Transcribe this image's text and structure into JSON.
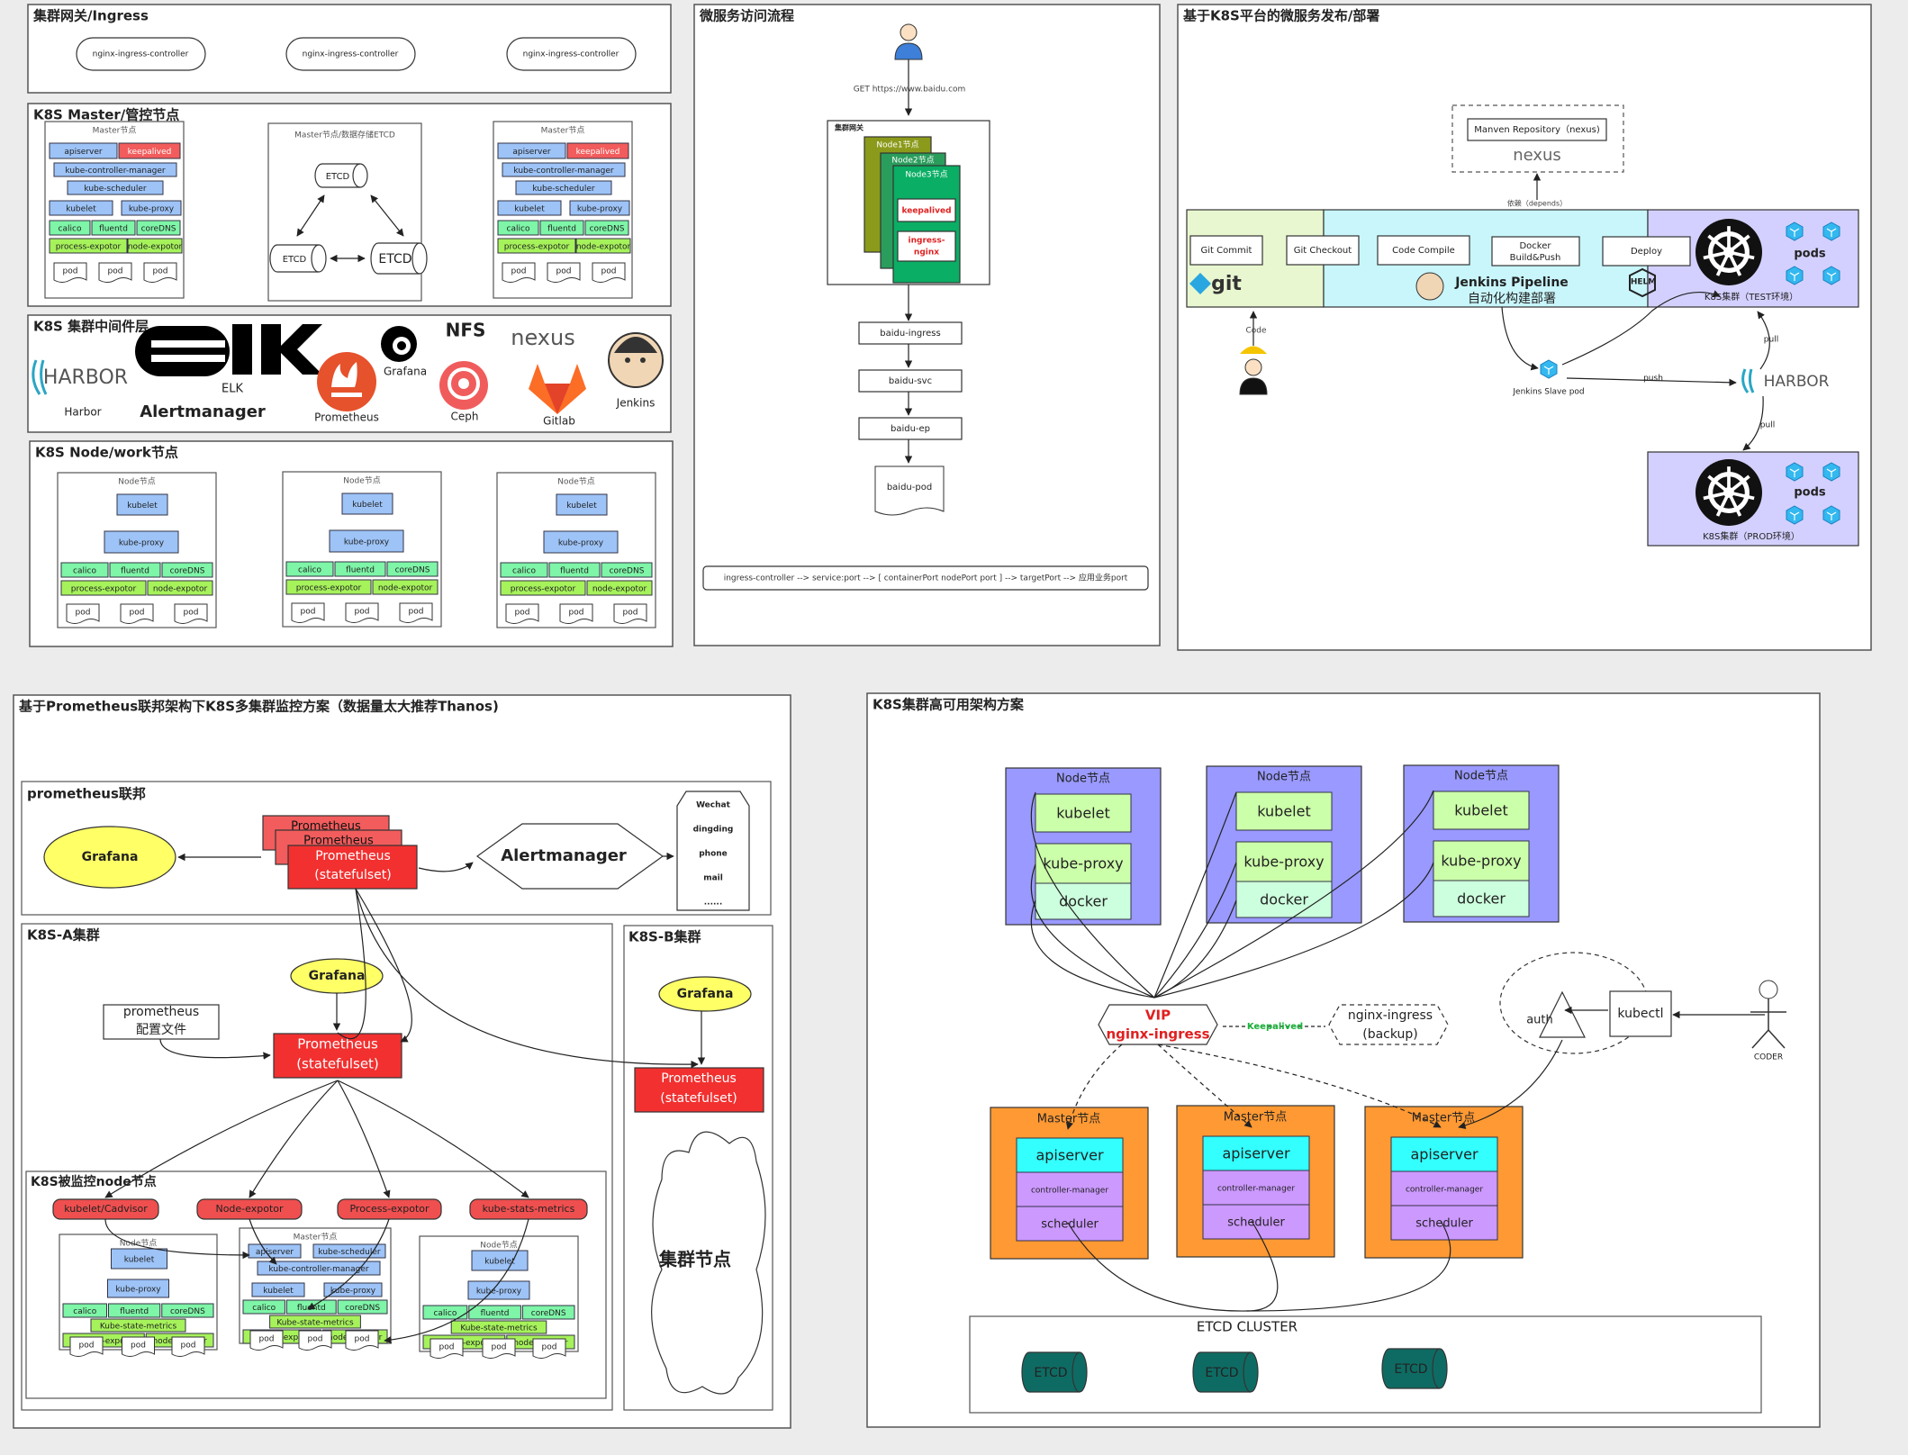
{
  "panels": {
    "ingress": {
      "title": "集群网关/Ingress",
      "controllers": [
        "nginx-ingress-controller",
        "nginx-ingress-controller",
        "nginx-ingress-controller"
      ]
    },
    "master": {
      "title": "K8S Master/管控节点",
      "master_label": "Master节点",
      "etcd_label": "Master节点/数据存储ETCD",
      "components": {
        "apiserver": "apiserver",
        "keepalived": "keepalived",
        "kcm": "kube-controller-manager",
        "scheduler": "kube-scheduler",
        "kubelet": "kubelet",
        "kube_proxy": "kube-proxy",
        "calico": "calico",
        "fluentd": "fluentd",
        "coredns": "coreDNS",
        "process_expotor": "process-expotor",
        "node_expotor": "node-expotor",
        "pod": "pod"
      },
      "etcd": "ETCD"
    },
    "middleware": {
      "title": "K8S 集群中间件层",
      "harbor_logo": "HARBOR",
      "harbor": "Harbor",
      "elk": "ELK",
      "alertmanager": "Alertmanager",
      "prometheus": "Prometheus",
      "grafana": "Grafana",
      "nfs": "NFS",
      "ceph": "Ceph",
      "nexus_logo": "nexus",
      "gitlab": "Gitlab",
      "jenkins": "Jenkins"
    },
    "worker": {
      "title": "K8S Node/work节点",
      "node_label": "Node节点"
    },
    "access": {
      "title": "微服务访问流程",
      "request": "GET https://www.baidu.com",
      "gateway": "集群网关",
      "node1": "Node1节点",
      "node2": "Node2节点",
      "node3": "Node3节点",
      "keepalived": "keepalived",
      "ingress_nginx_1": "ingress-",
      "ingress_nginx_2": "nginx",
      "steps": [
        "baidu-ingress",
        "baidu-svc",
        "baidu-ep"
      ],
      "pod": "baidu-pod",
      "formula": "ingress-controller --> service:port --> [ containerPort nodePort port ] --> targetPort --> 应用业务port"
    },
    "deploy": {
      "title": "基于K8S平台的微服务发布/部署",
      "repo": "Manven Repository（nexus)",
      "nexus": "nexus",
      "depends": "依赖（depends）",
      "steps": [
        "Git Commit",
        "Git Checkout",
        "Code Compile",
        "Docker",
        "Build&Push",
        "Deploy"
      ],
      "git": "git",
      "pipeline_1": "Jenkins Pipeline",
      "pipeline_2": "自动化构建部署",
      "helm": "HELM",
      "pods": "pods",
      "test_cluster": "K8S集群（TEST环境）",
      "prod_cluster": "K8S集群（PROD环境）",
      "code": "Code",
      "slave": "Jenkins Slave pod",
      "push": "push",
      "pull": "pull",
      "harbor": "HARBOR"
    },
    "monitor": {
      "title": "基于Prometheus联邦架构下K8S多集群监控方案（数据量太大推荐Thanos)",
      "federation": "prometheus联邦",
      "grafana": "Grafana",
      "prometheus": "Prometheus",
      "statefulset": "(statefulset)",
      "alertmanager": "Alertmanager",
      "channels": [
        "Wechat",
        "dingding",
        "phone",
        "mail",
        "......"
      ],
      "cluster_a": "K8S-A集群",
      "cluster_b": "K8S-B集群",
      "config_1": "prometheus",
      "config_2": "配置文件",
      "monitored": "K8S被监控node节点",
      "exporters": [
        "kubelet/Cadvisor",
        "Node-expotor",
        "Process-expotor",
        "kube-stats-metrics"
      ],
      "master_label": "Master节点",
      "node_label": "Node节点",
      "ksm": "Kube-state-metrics",
      "cluster_nodes": "集群节点"
    },
    "ha": {
      "title": "K8S集群高可用架构方案",
      "node_label": "Node节点",
      "kubelet": "kubelet",
      "kube_proxy": "kube-proxy",
      "docker": "docker",
      "vip_1": "VIP",
      "vip_2": "nginx-ingress",
      "keepalived": "Keepalived",
      "backup_1": "nginx-ingress",
      "backup_2": "(backup)",
      "auth": "auth",
      "kubectl": "kubectl",
      "coder": "CODER",
      "master_label": "Master节点",
      "apiserver": "apiserver",
      "cm": "controller-manager",
      "scheduler": "scheduler",
      "etcd_cluster": "ETCD CLUSTER",
      "etcd": "ETCD"
    }
  },
  "colors": {
    "blue_box": "#9dc3f7",
    "red_box": "#f25c5c",
    "green_box": "#7ef5a7",
    "lime_box": "#a6f25b",
    "purple_node": "#9999ff",
    "orange_master": "#ff9933",
    "cyan": "#33ffff",
    "violet": "#cc99ff",
    "yellow": "#ffff66",
    "etcd_teal": "#0e6b63"
  }
}
